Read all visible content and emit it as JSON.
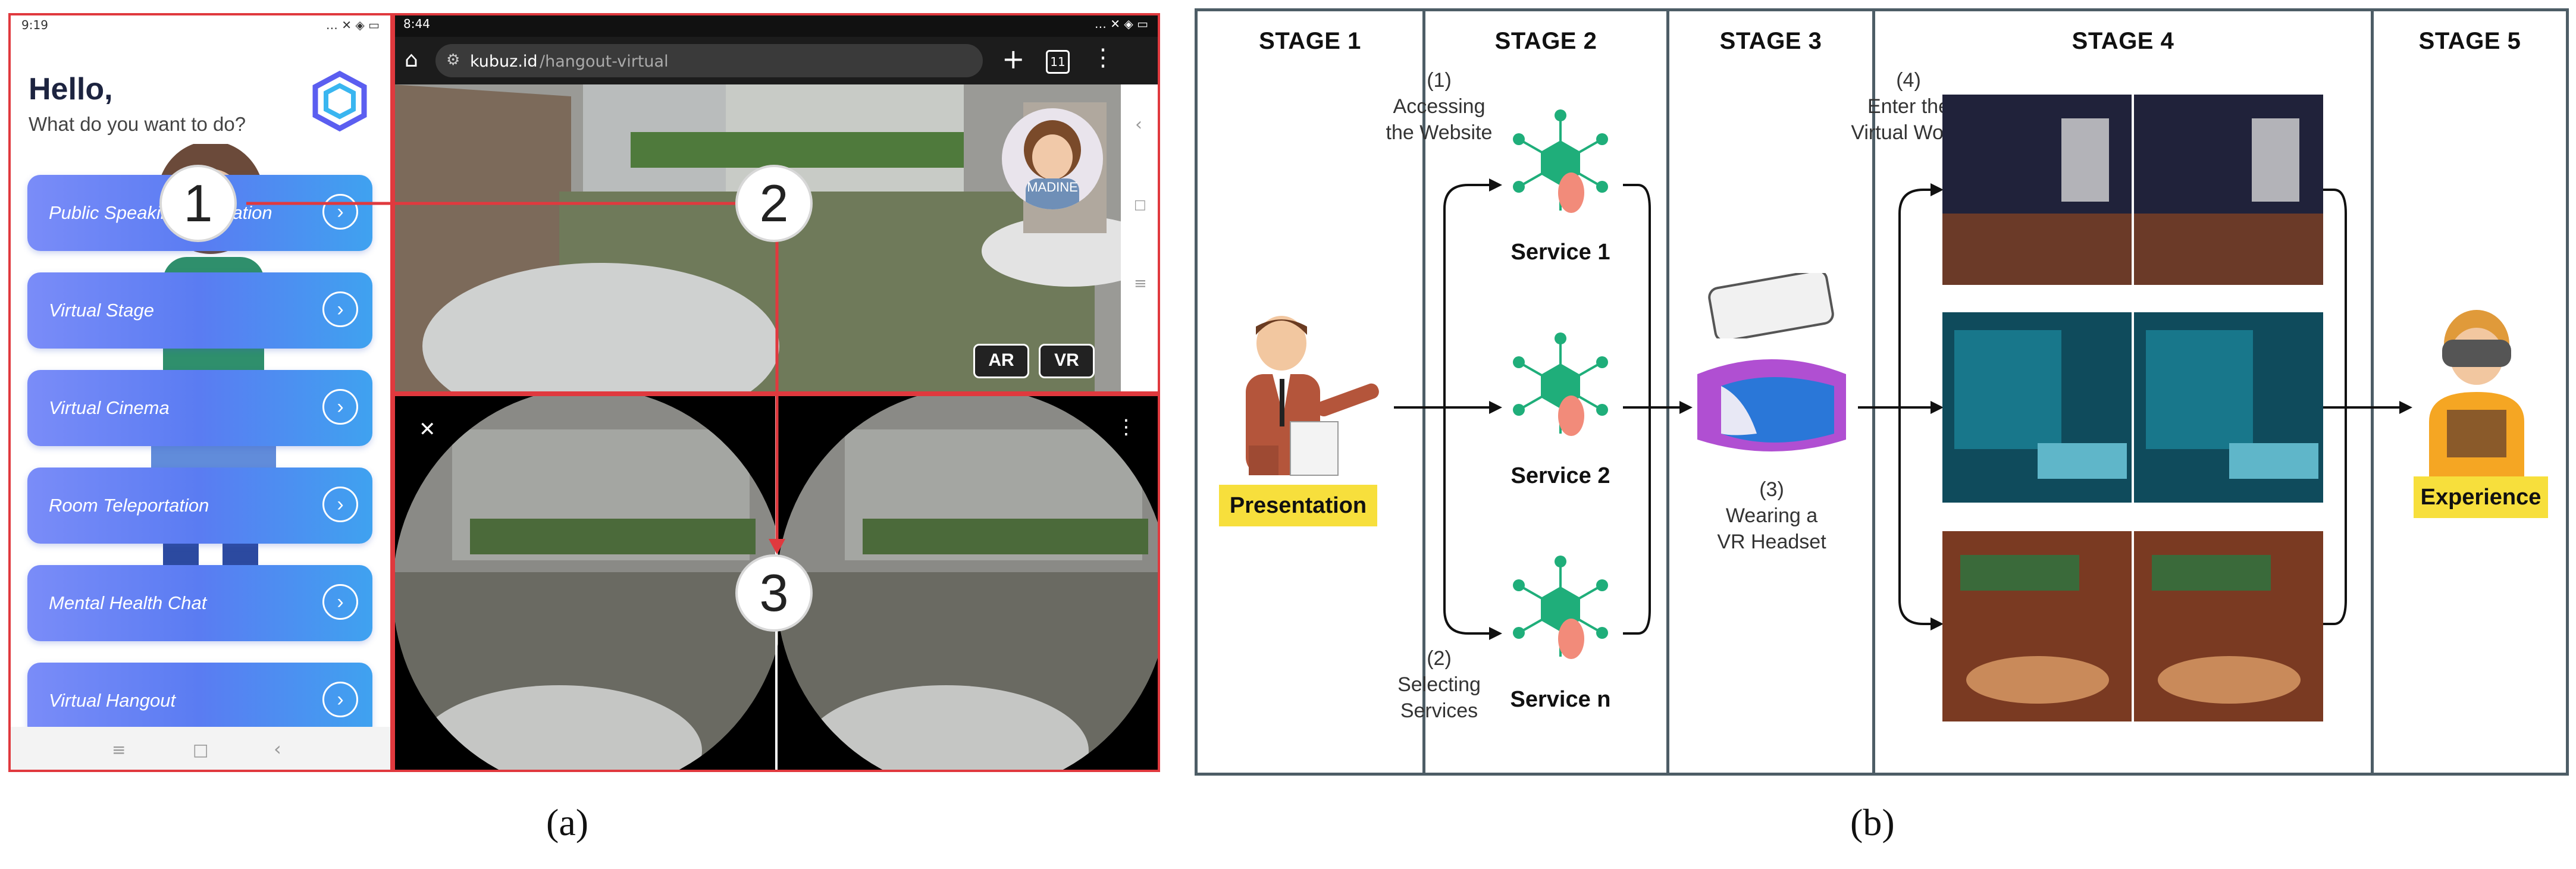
{
  "panel_a": {
    "phone": {
      "status_time": "9:19",
      "status_icons": "… ✕ ◈ ▭",
      "greeting": "Hello,",
      "subtitle": "What do you want to do?",
      "menu": [
        {
          "label": "Public Speaking Simulation"
        },
        {
          "label": "Virtual Stage"
        },
        {
          "label": "Virtual Cinema"
        },
        {
          "label": "Room Teleportation"
        },
        {
          "label": "Mental Health Chat"
        },
        {
          "label": "Virtual Hangout"
        }
      ],
      "nav": [
        "≡",
        "□",
        "‹"
      ]
    },
    "browser": {
      "status_time": "8:44",
      "url_domain": "kubuz.id",
      "url_path": "/hangout-virtual",
      "tab_count": "11",
      "avatar_name": "MADINE",
      "ar_button": "AR",
      "vr_button": "VR"
    },
    "step_numbers": [
      "1",
      "2",
      "3"
    ],
    "caption": "(a)"
  },
  "panel_b": {
    "stages": [
      "STAGE 1",
      "STAGE 2",
      "STAGE 3",
      "STAGE 4",
      "STAGE 5"
    ],
    "notes": {
      "n1": [
        "(1)",
        "Accessing",
        "the Website"
      ],
      "n2": [
        "(2)",
        "Selecting",
        "Services"
      ],
      "n3": [
        "(3)",
        "Wearing a",
        "VR Headset"
      ],
      "n4": [
        "(4)",
        "Enter the",
        "Virtual World"
      ]
    },
    "services": [
      "Service 1",
      "Service 2",
      "Service n"
    ],
    "presentation": "Presentation",
    "experience": "Experience",
    "caption": "(b)"
  },
  "colors": {
    "red_frame": "#e0393e",
    "border": "#4d5d66",
    "green": "#1fae7a",
    "yellow": "#f7df3c",
    "button_gradient_start": "#7a8cf8",
    "button_gradient_end": "#3fa2f0"
  }
}
